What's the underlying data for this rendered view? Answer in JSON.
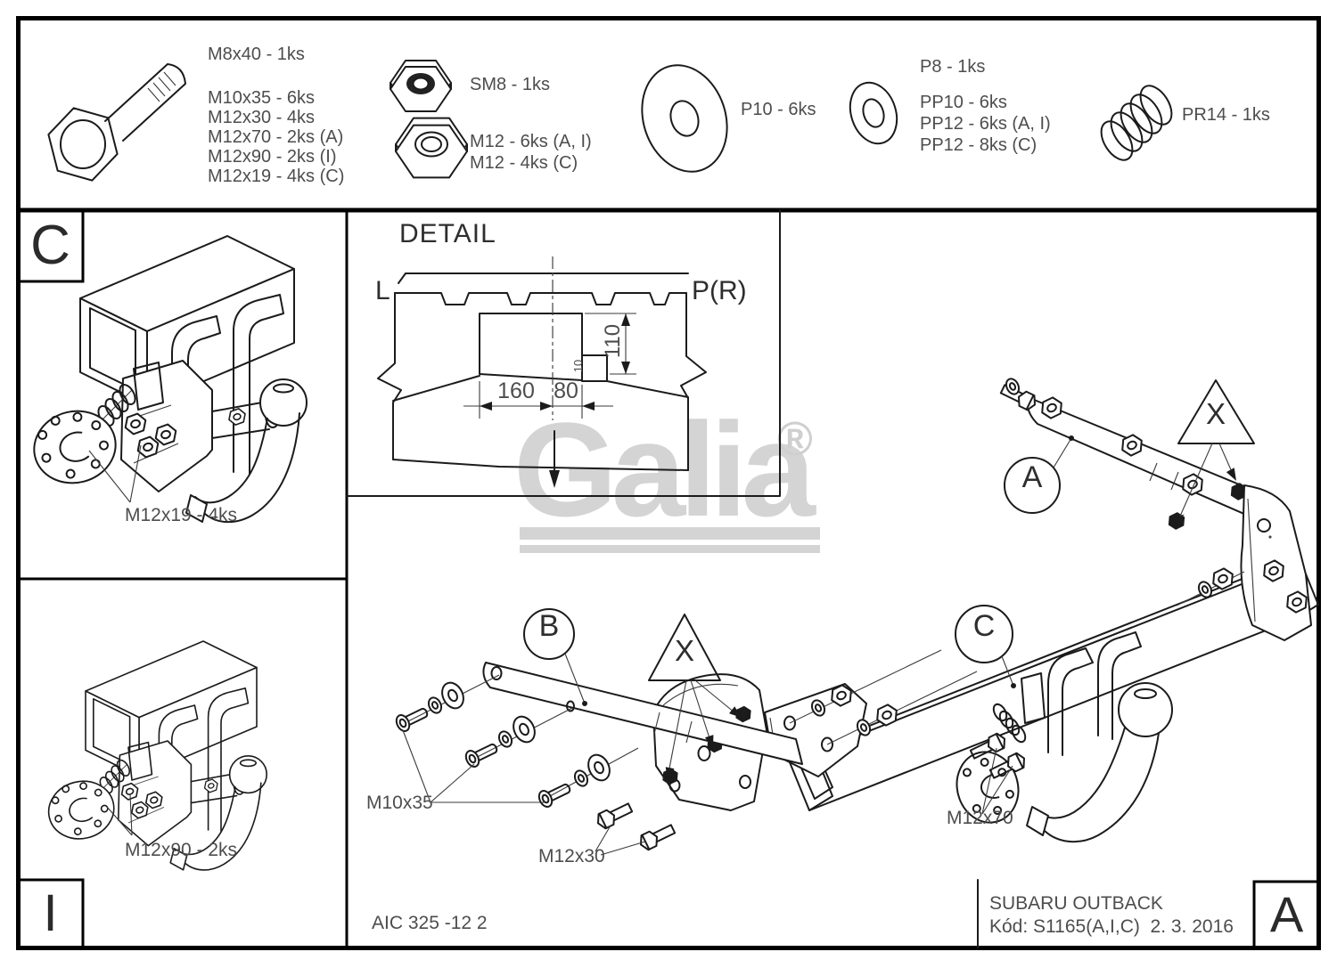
{
  "brand": {
    "logo_text": "Galia",
    "registered_mark": "®",
    "logo_color": "#d4d4d4"
  },
  "hardware_panel": {
    "bolt": {
      "icon": "hex-bolt-icon",
      "m8": "M8x40 - 1ks",
      "rows": [
        "M10x35 - 6ks",
        "M12x30 - 4ks",
        "M12x70 - 2ks (A)",
        "M12x90 - 2ks (I)",
        "M12x19 - 4ks (C)"
      ]
    },
    "nuts": {
      "lock_nut_icon": "lock-nut-icon",
      "hex_nut_icon": "hex-nut-icon",
      "lock_nut_label": "SM8 - 1ks",
      "nut_rows": [
        "M12 - 6ks (A, I)",
        "M12 - 4ks (C)"
      ]
    },
    "washers": {
      "large_icon": "flat-washer-large-icon",
      "small_icon": "flat-washer-small-icon",
      "large_label": "P10 - 6ks",
      "p8_label": "P8 - 1ks",
      "small_rows": [
        "PP10 - 6ks",
        "PP12 - 6ks (A, I)",
        "PP12 - 8ks (C)"
      ]
    },
    "spring_icon": "coil-spring-icon",
    "spring_label": "PR14 - 1ks"
  },
  "side_views": {
    "c": {
      "tag": "C",
      "part_label": "M12x19 - 4ks"
    },
    "i": {
      "tag": "I",
      "part_label": "M12x90 - 2ks"
    }
  },
  "detail": {
    "title": "DETAIL",
    "left": "L",
    "right": "P(R)",
    "dim_160": "160",
    "dim_80": "80",
    "dim_110": "110",
    "dim_10": "10"
  },
  "assembly": {
    "callout_a": "A",
    "callout_b": "B",
    "callout_c": "C",
    "warn_x": "X",
    "label_m10x35": "M10x35",
    "label_m12x30": "M12x30",
    "label_m12x70": "M12x70"
  },
  "title_block": {
    "doc_no": "AIC 325 -12 2",
    "vehicle": "SUBARU OUTBACK",
    "code": "Kód: S1165(A,I,C)  2. 3. 2016",
    "revision": "A"
  }
}
